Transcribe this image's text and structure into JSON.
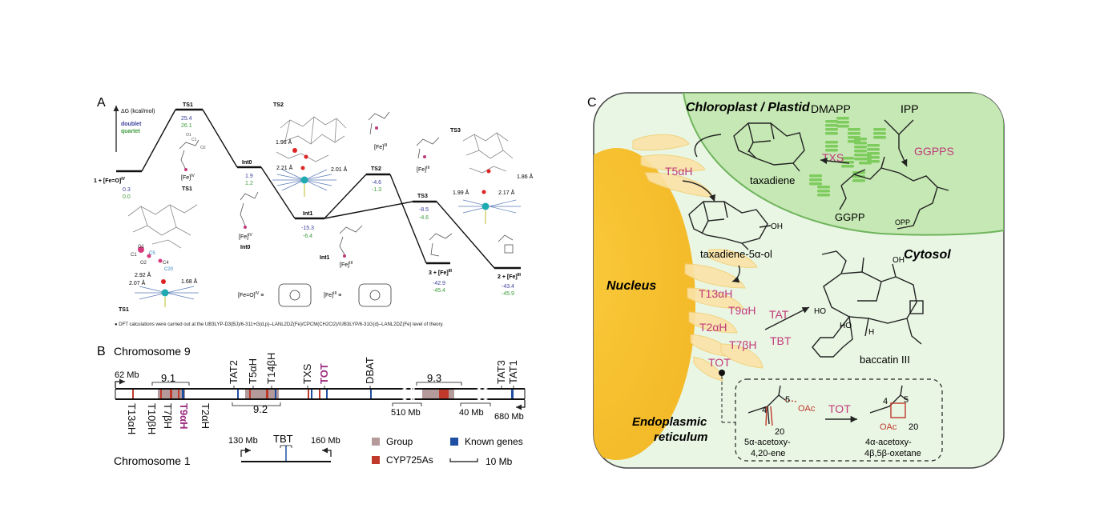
{
  "panelA": {
    "label": "A",
    "axis_label": "ΔG (kcal/mol)",
    "legend": {
      "doublet": "doublet",
      "quartet": "quartet",
      "doublet_color": "#3b3f9a",
      "quartet_color": "#3a9a3a"
    },
    "levels": {
      "start": {
        "name": "1 + [Fe=O]",
        "sup": "IV",
        "d": "0.3",
        "q": "0.0"
      },
      "ts1": {
        "name": "TS1",
        "d": "25.4",
        "q": "26.1"
      },
      "int0": {
        "name": "Int0",
        "d": "1.9",
        "q": "1.2"
      },
      "int1": {
        "name": "Int1",
        "d": "-15.3",
        "q": "-6.4"
      },
      "ts2": {
        "name": "TS2",
        "d": "-4.6",
        "q": "-1.3"
      },
      "ts3": {
        "name": "TS3",
        "d": "-8.5",
        "q": "-4.6"
      },
      "p3": {
        "name": "3 + [Fe]",
        "sup": "III",
        "d": "-42.9",
        "q": "-45.4"
      },
      "p2": {
        "name": "2 + [Fe]",
        "sup": "III",
        "d": "-43.4",
        "q": "-45.9"
      }
    },
    "struct_labels": {
      "ts1_struct": "TS1",
      "ts2_struct": "TS2",
      "ts3_struct": "TS3",
      "int0_struct": "Int0",
      "int1_struct": "Int1",
      "fe_iv": "[Fe]",
      "fe_iv_sup": "IV",
      "fe_iii": "[Fe]",
      "fe_iii_sup": "III"
    },
    "distances": {
      "ts2_a": "1.96 Å",
      "ts2_b": "2.21 Å",
      "ts2_c": "2.01 Å",
      "ts3_a": "1.86 Å",
      "ts3_b": "1.99 Å",
      "ts3_c": "2.17 Å",
      "ts1_a": "2.92 Å",
      "ts1_b": "2.07 Å",
      "ts1_c": "1.68 Å"
    },
    "atom_labels": {
      "o1": "O1",
      "c1": "C1",
      "o2": "O2",
      "c4": "C4",
      "c20": "C20",
      "c5": "C5"
    },
    "porphyrin_eq1": "[Fe=O]",
    "porphyrin_eq1_sup": "IV",
    "porphyrin_eq2": "[Fe]",
    "porphyrin_eq2_sup": "III",
    "footnote": "● DFT calculations were carried out at the UB3LYP-D3(BJ)/6-311+G(d,p)–LANL2DZ(Fe)/CPCM(CH2Cl2)//UB3LYP/6-31G(d)–LANL2DZ(Fe) level of theory."
  },
  "panelB": {
    "label": "B",
    "chrom9": "Chromosome 9",
    "chrom1": "Chromosome 1",
    "start_mb": "62 Mb",
    "end_mb": "680 Mb",
    "break1": "510 Mb",
    "break2": "40 Mb",
    "cluster_91": "9.1",
    "cluster_92": "9.2",
    "cluster_93": "9.3",
    "top_genes": [
      "TAT2",
      "T5αH",
      "T14βH",
      "TXS",
      "TOT",
      "DBAT",
      "TAT3",
      "TAT1"
    ],
    "bottom_genes": [
      "T13αH",
      "T10βH",
      "T7βH",
      "T9αH",
      "T2αH"
    ],
    "tbt": "TBT",
    "tbt_left": "130 Mb",
    "tbt_right": "160 Mb",
    "legend_group": "Group",
    "legend_known": "Known genes",
    "legend_cyp": "CYP725As",
    "scale": "10 Mb",
    "colors": {
      "group": "#b49a9a",
      "known": "#1f4fa3",
      "cyp": "#c0392b",
      "highlight": "#9b2d7f"
    }
  },
  "panelC": {
    "label": "C",
    "chloroplast": "Chloroplast / Plastid",
    "cytosol": "Cytosol",
    "nucleus": "Nucleus",
    "er": "Endoplasmic reticulum",
    "dmapp": "DMAPP",
    "ipp": "IPP",
    "txs": "TXS",
    "ggpps": "GGPPS",
    "taxadiene": "taxadiene",
    "ggpp": "GGPP",
    "opp": "OPP",
    "t5ah": "T5αH",
    "taxadiene5ol": "taxadiene-5α-ol",
    "oh": "OH",
    "enzymes": [
      "T13αH",
      "T9αH",
      "T2αH",
      "T7βH",
      "TOT"
    ],
    "tat": "TAT",
    "tbt": "TBT",
    "baccatin": "baccatin III",
    "inset_tot": "TOT",
    "sub_name": "5α-acetoxy-\n4,20-ene",
    "sub_name_l1": "5α-acetoxy-",
    "sub_name_l2": "4,20-ene",
    "prod_name_l1": "4α-acetoxy-",
    "prod_name_l2": "4β,5β-oxetane",
    "oac": "OAc",
    "n4": "4",
    "n5": "5",
    "n20": "20",
    "colors": {
      "enzyme": "#c0397a",
      "green": "#d9efc8",
      "chloro_border": "#7fbf6a",
      "nucleus": "#f7c948",
      "er": "#fbe3a8"
    }
  }
}
